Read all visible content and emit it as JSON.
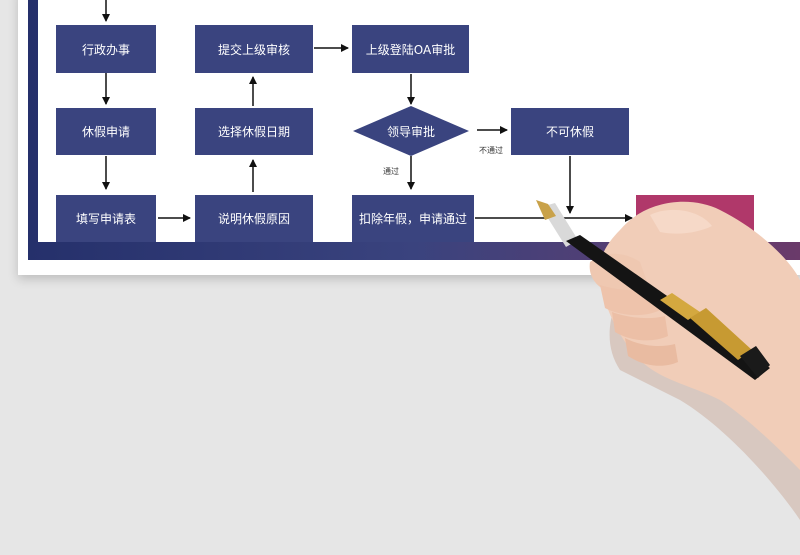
{
  "nodes": {
    "admin": "行政办事",
    "submit": "提交上级审核",
    "oa_approve": "上级登陆OA审批",
    "leave_request": "休假申请",
    "choose_date": "选择休假日期",
    "leader_approve": "领导审批",
    "no_leave": "不可休假",
    "fill_form": "填写申请表",
    "explain_reason": "说明休假原因",
    "deduct": "扣除年假，申请通过"
  },
  "edges": {
    "pass": "通过",
    "fail": "不通过"
  },
  "colors": {
    "node_fill": "#3a447f",
    "frame": "#25306b",
    "accent": "#b0386a"
  }
}
